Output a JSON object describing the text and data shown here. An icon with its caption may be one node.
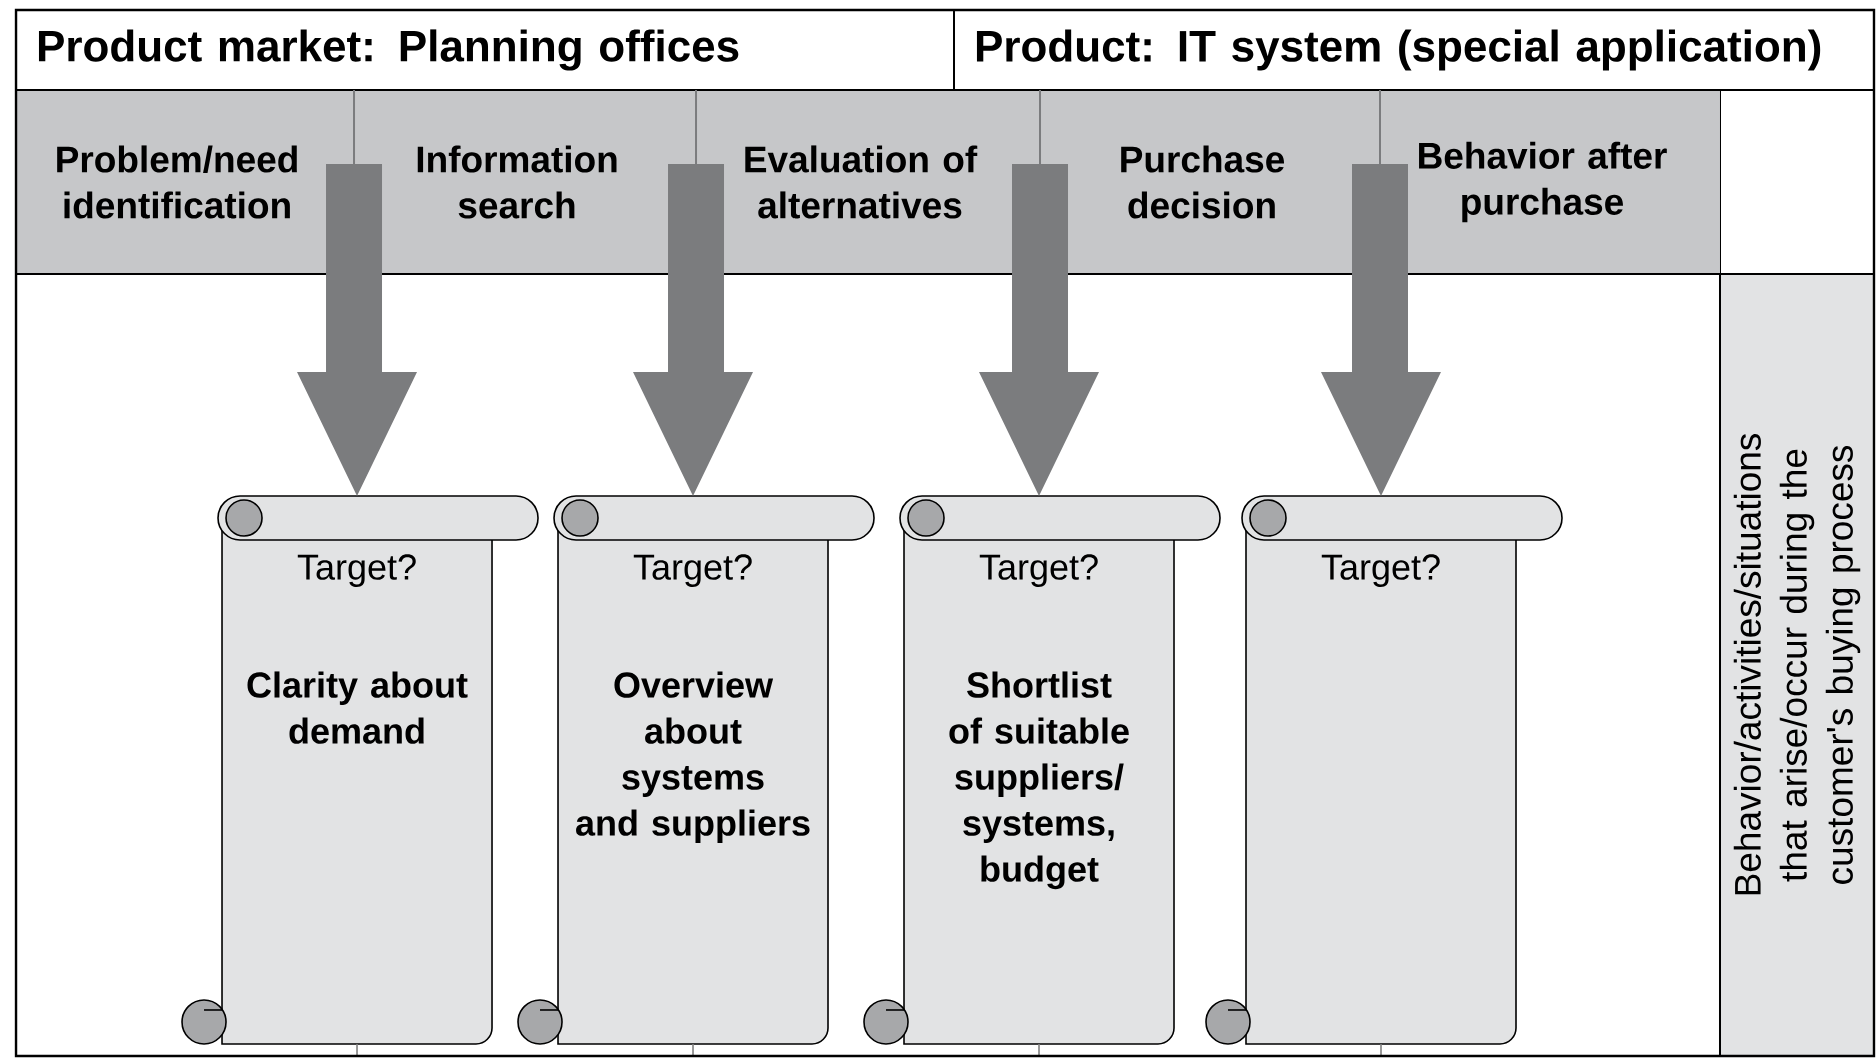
{
  "diagram": {
    "nodes": [
      {
        "text": [
          "Product market: Planning offices"
        ]
      },
      {
        "text": [
          "Product: IT system (special application)"
        ]
      },
      {
        "text": [
          "Problem/need identification"
        ]
      },
      {
        "text": [
          "Information search"
        ]
      },
      {
        "text": [
          "Evaluation of alternatives"
        ]
      },
      {
        "text": [
          "Purchase decision"
        ]
      },
      {
        "text": [
          "Behavior after purchase"
        ]
      },
      {
        "text": [
          "Target?",
          "Clarity about demand"
        ]
      },
      {
        "text": [
          "Target?",
          "Overview about systems and suppliers"
        ]
      },
      {
        "text": [
          "Target?",
          "Shortlist of suitable suppliers/ systems, budget"
        ]
      },
      {
        "text": [
          "Target?"
        ]
      },
      {
        "text": [
          "Behavior/activities/situations that arise/occur during the customer's buying process"
        ]
      }
    ],
    "edges": [
      {
        "from": 2,
        "to": 7,
        "arrow": "to"
      },
      {
        "from": 3,
        "to": 8,
        "arrow": "to"
      },
      {
        "from": 4,
        "to": 9,
        "arrow": "to"
      },
      {
        "from": 5,
        "to": 10,
        "arrow": "to"
      }
    ]
  }
}
